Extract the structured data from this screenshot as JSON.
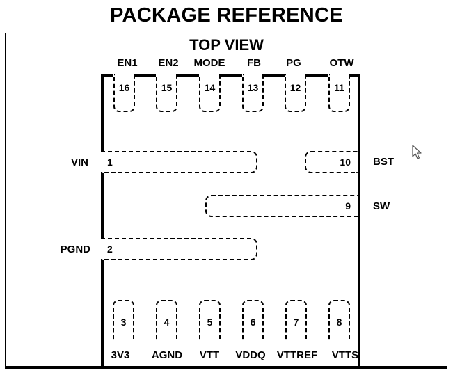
{
  "title": "PACKAGE REFERENCE",
  "subtitle": "TOP VIEW",
  "pins": {
    "p1": {
      "number": "1",
      "name": "VIN"
    },
    "p2": {
      "number": "2",
      "name": "PGND"
    },
    "p3": {
      "number": "3",
      "name": "3V3"
    },
    "p4": {
      "number": "4",
      "name": "AGND"
    },
    "p5": {
      "number": "5",
      "name": "VTT"
    },
    "p6": {
      "number": "6",
      "name": "VDDQ"
    },
    "p7": {
      "number": "7",
      "name": "VTTREF"
    },
    "p8": {
      "number": "8",
      "name": "VTTS"
    },
    "p9": {
      "number": "9",
      "name": "SW"
    },
    "p10": {
      "number": "10",
      "name": "BST"
    },
    "p11": {
      "number": "11",
      "name": "OTW"
    },
    "p12": {
      "number": "12",
      "name": "PG"
    },
    "p13": {
      "number": "13",
      "name": "FB"
    },
    "p14": {
      "number": "14",
      "name": "MODE"
    },
    "p15": {
      "number": "15",
      "name": "EN2"
    },
    "p16": {
      "number": "16",
      "name": "EN1"
    }
  },
  "cursor_icon": "mouse-pointer-icon"
}
